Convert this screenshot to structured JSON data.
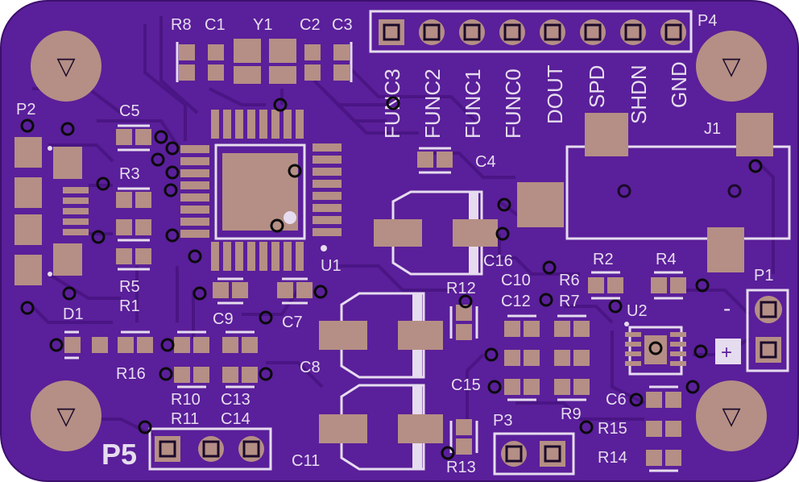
{
  "colors": {
    "board": "#5a1f9a",
    "board_edge": "#3c0f6e",
    "trace": "#4a1584",
    "trace_light": "#6c34ae",
    "pad": "#b58f85",
    "silk": "#e6dcef",
    "via_marker": "#0a0a0a"
  },
  "labels": {
    "R8": "R8",
    "C1": "C1",
    "Y1": "Y1",
    "C2": "C2",
    "C3": "C3",
    "P4": "P4",
    "P2": "P2",
    "C5": "C5",
    "R3": "R3",
    "R5": "R5",
    "R1": "R1",
    "D1": "D1",
    "U1": "U1",
    "C4": "C4",
    "J1": "J1",
    "C16": "C16",
    "C9": "C9",
    "C7": "C7",
    "C8": "C8",
    "R12": "R12",
    "C10": "C10",
    "R6": "R6",
    "R2": "R2",
    "R4": "R4",
    "P1": "P1",
    "C12": "C12",
    "R7": "R7",
    "U2": "U2",
    "R16": "R16",
    "R10": "R10",
    "C13": "C13",
    "R11": "R11",
    "C14": "C14",
    "C15": "C15",
    "R9": "R9",
    "C6": "C6",
    "R15": "R15",
    "R14": "R14",
    "C11": "C11",
    "P3": "P3",
    "R13": "R13",
    "P5": "P5"
  },
  "header_pins": [
    "FUNC3",
    "FUNC2",
    "FUNC1",
    "FUNC0",
    "DOUT",
    "SPD",
    "SHDN",
    "GND"
  ],
  "polarity": {
    "minus": "-",
    "plus": "+"
  },
  "mount_hole_symbol": "▽"
}
